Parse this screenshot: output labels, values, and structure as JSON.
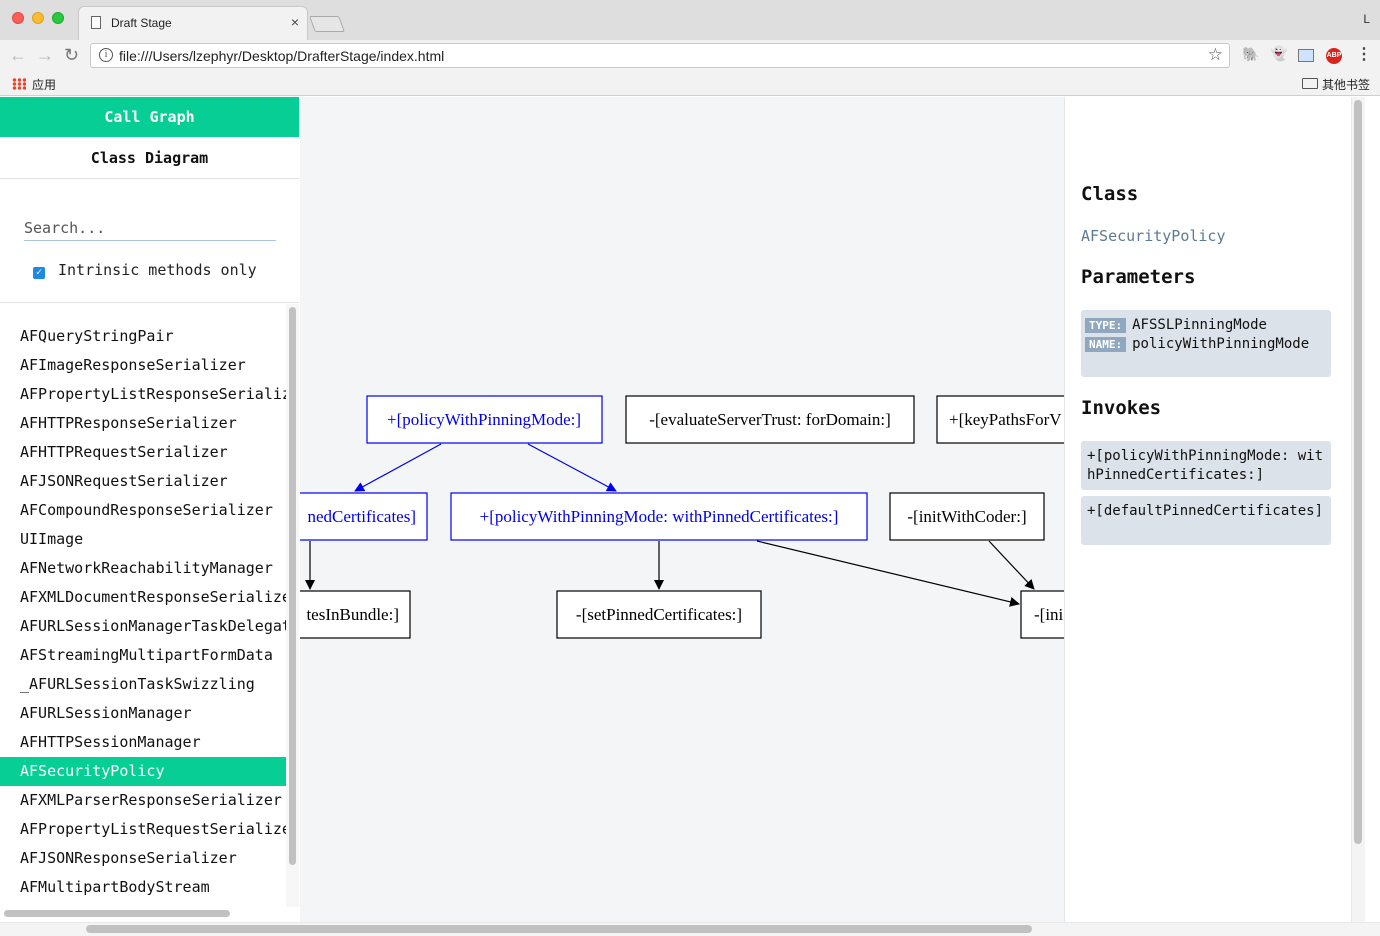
{
  "browser": {
    "tab_title": "Draft Stage",
    "tab_close": "×",
    "profile_letter": "L",
    "url": "file:///Users/lzephyr/Desktop/DrafterStage/index.html",
    "bookmarks_apps": "应用",
    "bookmarks_other": "其他书签",
    "extensions": [
      "evernote-icon",
      "ghostery-icon",
      "image-icon",
      "adblock-plus-icon"
    ],
    "abp_label": "ABP"
  },
  "sidebar": {
    "views": [
      "Call Graph",
      "Class Diagram"
    ],
    "active_view": "Call Graph",
    "search_placeholder": "Search...",
    "filter_label": "Intrinsic methods only",
    "filter_checked": true,
    "classes": [
      "AFQueryStringPair",
      "AFImageResponseSerializer",
      "AFPropertyListResponseSerializer",
      "AFHTTPResponseSerializer",
      "AFHTTPRequestSerializer",
      "AFJSONRequestSerializer",
      "AFCompoundResponseSerializer",
      "UIImage",
      "AFNetworkReachabilityManager",
      "AFXMLDocumentResponseSerializer",
      "AFURLSessionManagerTaskDelegate",
      "AFStreamingMultipartFormData",
      "_AFURLSessionTaskSwizzling",
      "AFURLSessionManager",
      "AFHTTPSessionManager",
      "AFSecurityPolicy",
      "AFXMLParserResponseSerializer",
      "AFPropertyListRequestSerializer",
      "AFJSONResponseSerializer",
      "AFMultipartBodyStream"
    ],
    "selected_class": "AFSecurityPolicy"
  },
  "graph": {
    "highlight_color": "#0000ee",
    "default_color": "#000000",
    "nodes": {
      "n1": "+[policyWithPinningMode:]",
      "n2": "-[evaluateServerTrust: forDomain:]",
      "n3": "+[keyPathsForV",
      "n4": "nedCertificates]",
      "n5": "+[policyWithPinningMode: withPinnedCertificates:]",
      "n6": "-[initWithCoder:]",
      "n7": "tesInBundle:]",
      "n8": "-[setPinnedCertificates:]",
      "n9": "-[ini"
    }
  },
  "detail": {
    "class_heading": "Class",
    "class_name": "AFSecurityPolicy",
    "params_heading": "Parameters",
    "param_type_tag": "TYPE:",
    "param_type": "AFSSLPinningMode",
    "param_name_tag": "NAME:",
    "param_name": "policyWithPinningMode",
    "invokes_heading": "Invokes",
    "invokes": [
      "+[policyWithPinningMode: withPinnedCertificates:]",
      "+[defaultPinnedCertificates]"
    ]
  }
}
